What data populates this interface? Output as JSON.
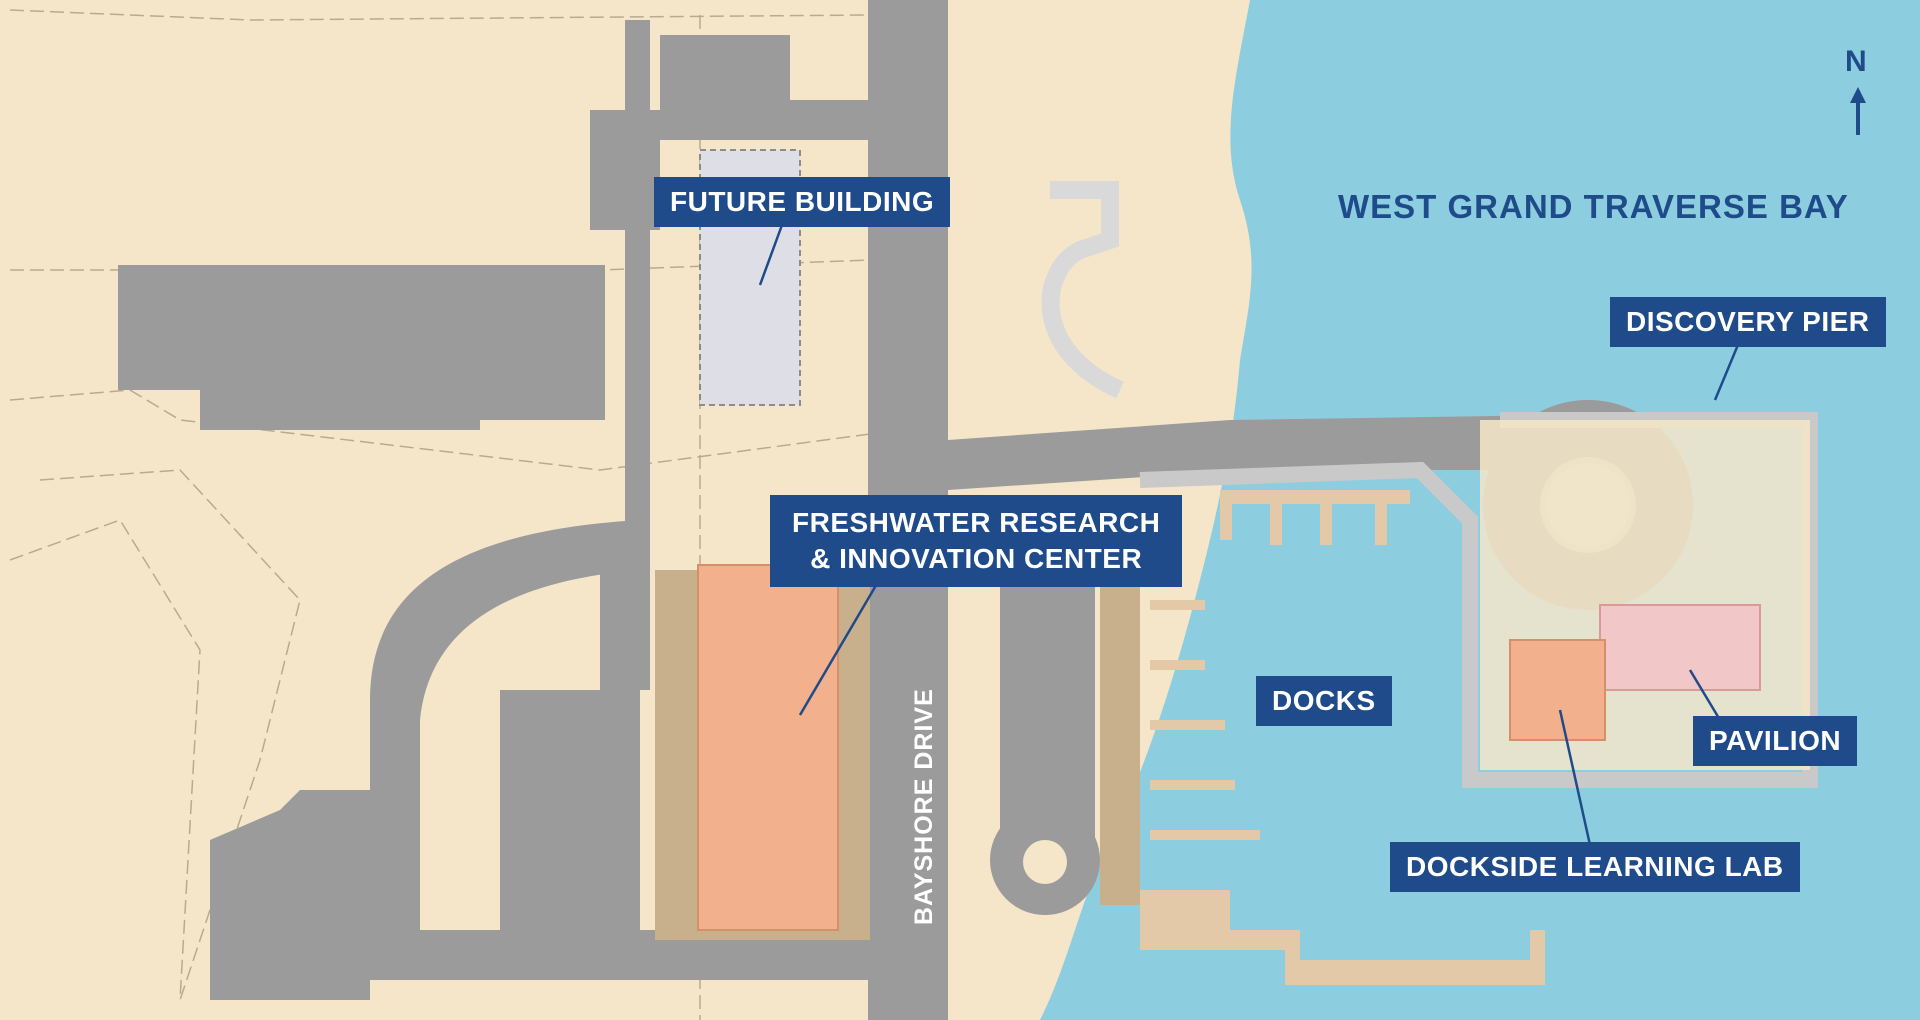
{
  "map": {
    "water_label": "WEST GRAND TRAVERSE BAY",
    "road_label": "BAYSHORE DRIVE",
    "north_label": "N",
    "colors": {
      "land": "#f5e6c9",
      "water": "#8dcde0",
      "road": "#9b9b9b",
      "building_highlight": "#f2b08d",
      "future_building": "#dedfe6",
      "pavilion": "#f2c7c7",
      "label_bg": "#1f4b8a",
      "label_text": "#ffffff"
    },
    "labels": {
      "future_building": "FUTURE BUILDING",
      "freshwater_line1": "FRESHWATER RESEARCH",
      "freshwater_line2": "& INNOVATION CENTER",
      "discovery_pier": "DISCOVERY PIER",
      "docks": "DOCKS",
      "pavilion": "PAVILION",
      "dockside_lab": "DOCKSIDE LEARNING LAB"
    }
  }
}
